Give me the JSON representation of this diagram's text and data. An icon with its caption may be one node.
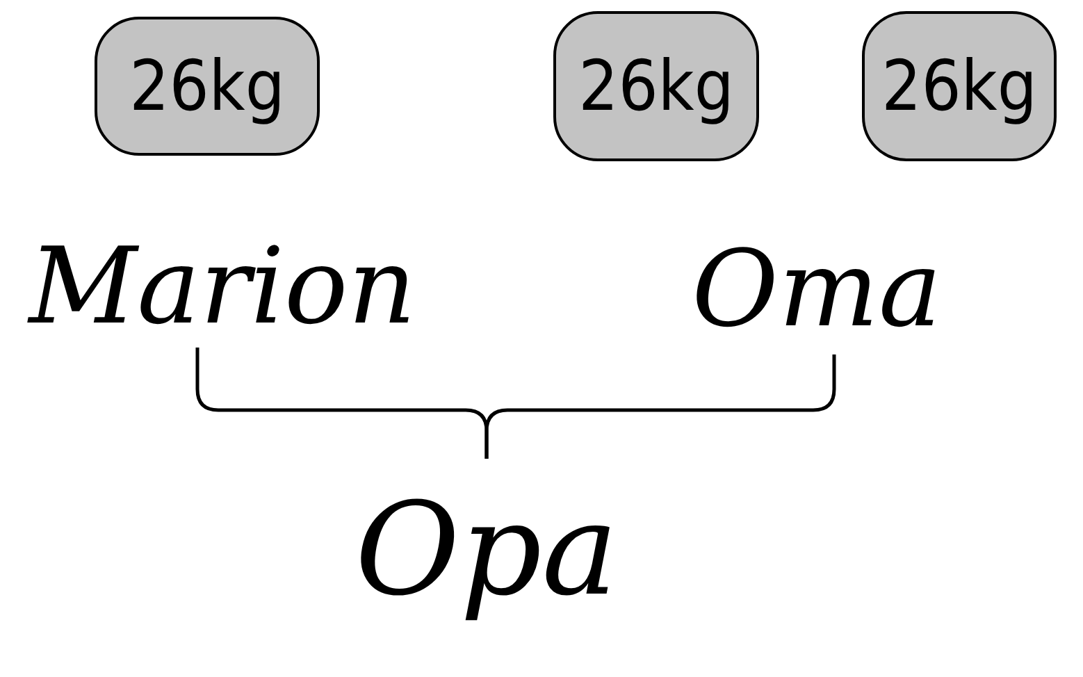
{
  "diagram": {
    "nodes": [
      {
        "text": [
          "26kg"
        ]
      },
      {
        "text": [
          "26kg"
        ]
      },
      {
        "text": [
          "26kg"
        ]
      },
      {
        "text": [
          "Marion"
        ]
      },
      {
        "text": [
          "Oma"
        ]
      },
      {
        "text": [
          "Opa"
        ]
      }
    ],
    "edges": [
      {
        "from": 3,
        "to": 5,
        "arrow": "none"
      },
      {
        "from": 4,
        "to": 5,
        "arrow": "none"
      }
    ]
  }
}
